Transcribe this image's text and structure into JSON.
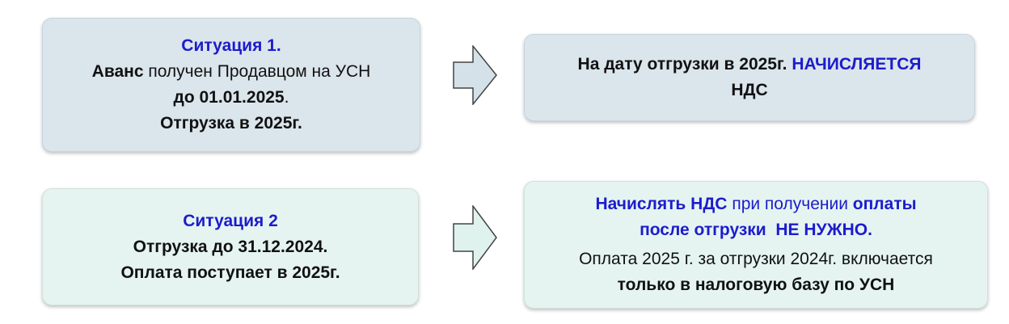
{
  "situation1": {
    "title": "Ситуация 1.",
    "line1_bold": "Аванс",
    "line1_rest": " получен Продавцом на УСН",
    "line2_bold": "до 01.01.2025",
    "line2_rest": ".",
    "line3": "Отгрузка в 2025г."
  },
  "result1": {
    "line1_bold": "На дату отгрузки в 2025г. ",
    "line1_blue": "НАЧИСЛЯЕТСЯ",
    "line2": "НДС"
  },
  "situation2": {
    "title": "Ситуация 2",
    "line1": "Отгрузка до 31.12.2024.",
    "line2": "Оплата поступает в 2025г."
  },
  "result2": {
    "line1_blue_bold": "Начислять НДС",
    "line1_blue": " при получении ",
    "line1_blue_bold2": "оплаты",
    "line2_blue_bold": "после отгрузки  НЕ НУЖНО.",
    "line3": "Оплата 2025 г. за отгрузки 2024г. включается",
    "line4": "только в налоговую базу по УСН"
  },
  "colors": {
    "accent_blue": "#1c1ccc",
    "box1_bg": "#dbe5ec",
    "box2_bg": "#e5f4f1"
  }
}
